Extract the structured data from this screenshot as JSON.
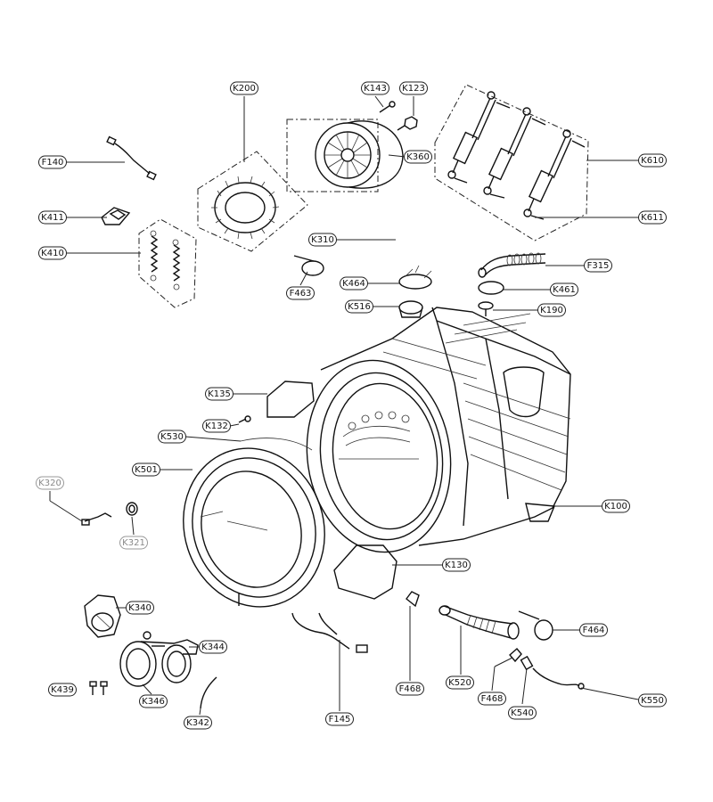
{
  "diagram": {
    "labels": [
      {
        "id": "K200",
        "text": "K200"
      },
      {
        "id": "K143",
        "text": "K143"
      },
      {
        "id": "K123",
        "text": "K123"
      },
      {
        "id": "K360",
        "text": "K360"
      },
      {
        "id": "F140",
        "text": "F140"
      },
      {
        "id": "K411",
        "text": "K411"
      },
      {
        "id": "K410",
        "text": "K410"
      },
      {
        "id": "K310",
        "text": "K310"
      },
      {
        "id": "F463",
        "text": "F463"
      },
      {
        "id": "K610",
        "text": "K610"
      },
      {
        "id": "K611",
        "text": "K611"
      },
      {
        "id": "F315",
        "text": "F315"
      },
      {
        "id": "K464",
        "text": "K464"
      },
      {
        "id": "K461",
        "text": "K461"
      },
      {
        "id": "K516",
        "text": "K516"
      },
      {
        "id": "K190",
        "text": "K190"
      },
      {
        "id": "K135",
        "text": "K135"
      },
      {
        "id": "K132",
        "text": "K132"
      },
      {
        "id": "K530",
        "text": "K530"
      },
      {
        "id": "K501",
        "text": "K501"
      },
      {
        "id": "K320",
        "text": "K320"
      },
      {
        "id": "K321",
        "text": "K321"
      },
      {
        "id": "K100",
        "text": "K100"
      },
      {
        "id": "K130",
        "text": "K130"
      },
      {
        "id": "K340",
        "text": "K340"
      },
      {
        "id": "K344",
        "text": "K344"
      },
      {
        "id": "K439",
        "text": "K439"
      },
      {
        "id": "K346",
        "text": "K346"
      },
      {
        "id": "K342",
        "text": "K342"
      },
      {
        "id": "F145",
        "text": "F145"
      },
      {
        "id": "F468a",
        "text": "F468"
      },
      {
        "id": "K520",
        "text": "K520"
      },
      {
        "id": "F468b",
        "text": "F468"
      },
      {
        "id": "K540",
        "text": "K540"
      },
      {
        "id": "F464",
        "text": "F464"
      },
      {
        "id": "K550",
        "text": "K550"
      }
    ]
  }
}
